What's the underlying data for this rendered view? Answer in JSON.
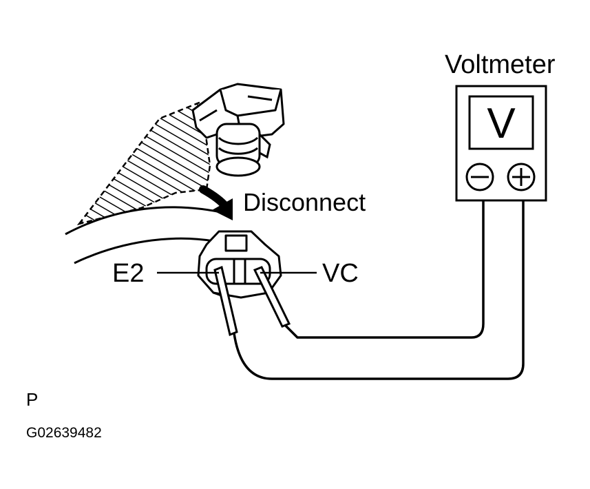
{
  "labels": {
    "voltmeter": "Voltmeter",
    "meter_symbol": "V",
    "disconnect": "Disconnect",
    "e2": "E2",
    "vc": "VC",
    "page_letter": "P",
    "figure_code": "G02639482"
  },
  "icons": {
    "meter_negative": "minus-terminal-icon",
    "meter_positive": "plus-terminal-icon",
    "disconnect_arrow": "curved-arrow-down-icon"
  },
  "colors": {
    "ink": "#000000",
    "paper": "#ffffff"
  }
}
